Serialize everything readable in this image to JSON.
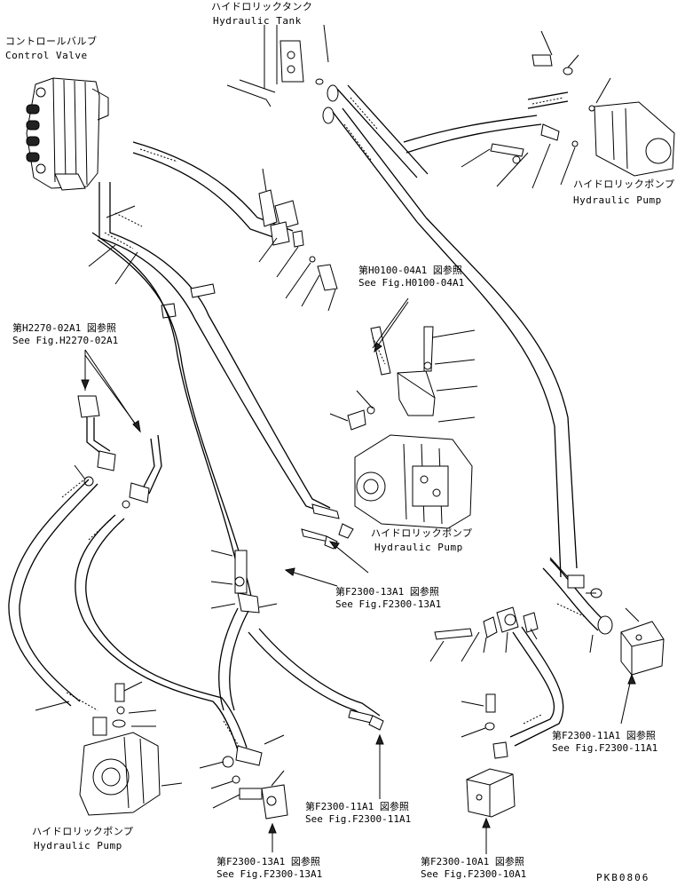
{
  "labels": {
    "tank_jp": "ハイドロリックタンク",
    "tank_en": "Hydraulic Tank",
    "valve_jp": "コントロールバルブ",
    "valve_en": "Control Valve",
    "pump_jp": "ハイドロリックポンプ",
    "pump_en": "Hydraulic Pump"
  },
  "references": {
    "h0100": {
      "jp": "第H0100-04A1 図参照",
      "en": "See Fig.H0100-04A1"
    },
    "h2270": {
      "jp": "第H2270-02A1 図参照",
      "en": "See Fig.H2270-02A1"
    },
    "f2300_13_mid": {
      "jp": "第F2300-13A1 図参照",
      "en": "See Fig.F2300-13A1"
    },
    "f2300_11_right": {
      "jp": "第F2300-11A1 図参照",
      "en": "See Fig.F2300-11A1"
    },
    "f2300_11_bottom": {
      "jp": "第F2300-11A1 図参照",
      "en": "See Fig.F2300-11A1"
    },
    "f2300_13_bottom": {
      "jp": "第F2300-13A1 図参照",
      "en": "See Fig.F2300-13A1"
    },
    "f2300_10_bottom": {
      "jp": "第F2300-10A1 図参照",
      "en": "See Fig.F2300-10A1"
    }
  },
  "drawing_code": "PKB0806"
}
